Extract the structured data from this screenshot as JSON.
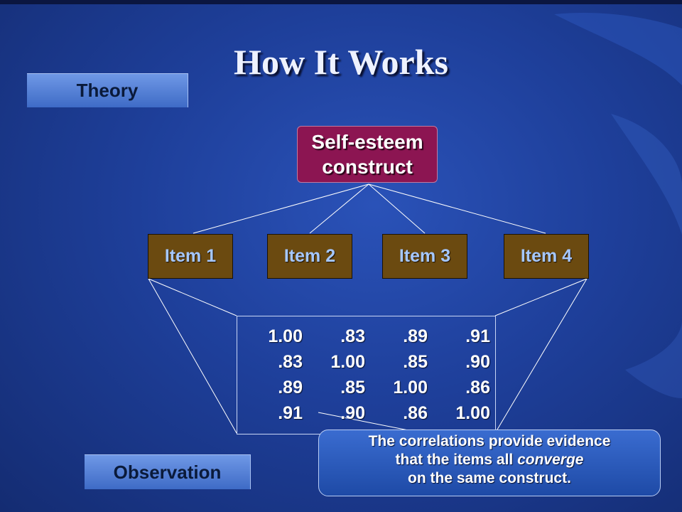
{
  "slide": {
    "title": "How It Works",
    "theory_label": "Theory",
    "observation_label": "Observation",
    "construct_line1": "Self-esteem",
    "construct_line2": "construct",
    "items": [
      "Item 1",
      "Item 2",
      "Item 3",
      "Item 4"
    ],
    "matrix": [
      [
        "1.00",
        ".83",
        ".89",
        ".91"
      ],
      [
        ".83",
        "1.00",
        ".85",
        ".90"
      ],
      [
        ".89",
        ".85",
        "1.00",
        ".86"
      ],
      [
        ".91",
        ".90",
        ".86",
        "1.00"
      ]
    ],
    "note_line1": "The correlations provide evidence",
    "note_line2_pre": "that the items all ",
    "note_line2_em": "converge",
    "note_line3": "on the same construct."
  },
  "colors": {
    "background": "#1e3f9a",
    "construct": "#8c1552",
    "item": "#6b4a10",
    "item_text": "#a6c8ff",
    "label_box": "#5a86dc"
  }
}
